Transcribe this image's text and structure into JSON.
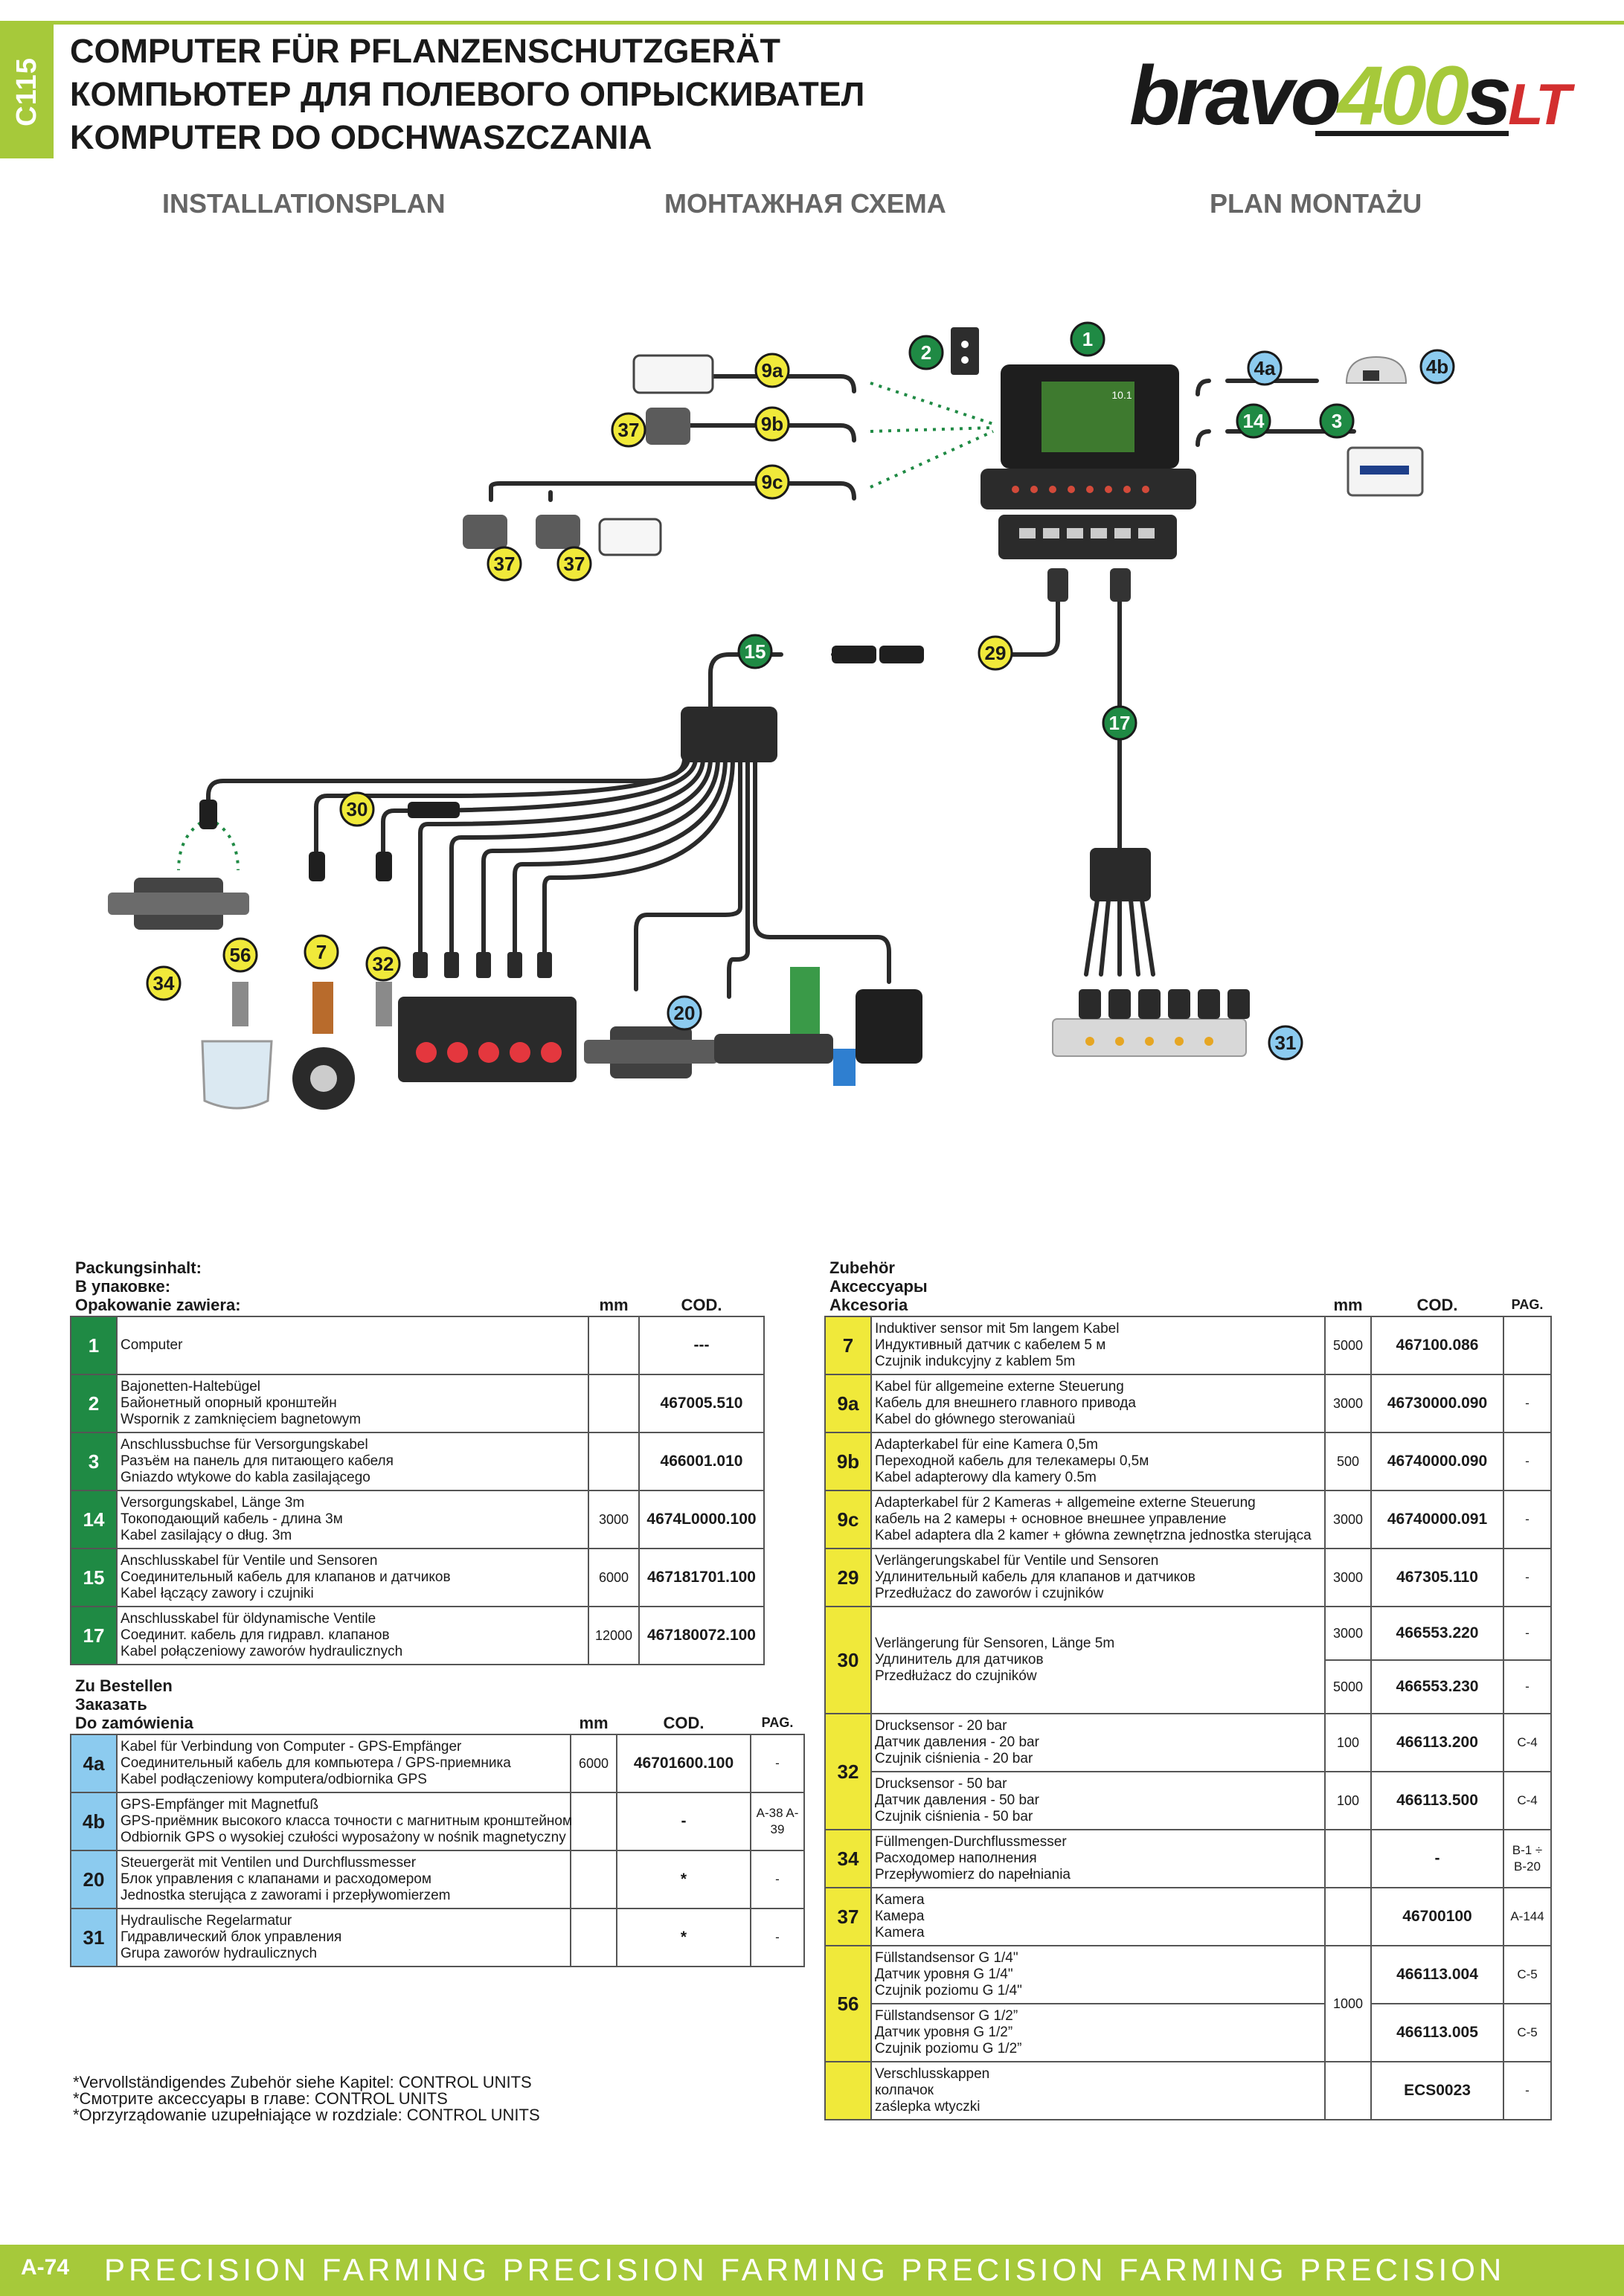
{
  "chapter": "C115",
  "titles": [
    "COMPUTER FÜR PFLANZENSCHUTZGERÄT",
    "КОМПЬЮТЕР ДЛЯ ПОЛЕВОГО ОПРЫСКИВАТЕЛ",
    "KOMPUTER DO ODCHWASZCZANIA"
  ],
  "logo": {
    "part1": "bravo",
    "part2": "400",
    "part3": "s",
    "part4": "LT"
  },
  "subheads": [
    "INSTALLATIONSPLAN",
    "МОНТАЖНАЯ СХЕМА",
    "PLAN MONTAŻU"
  ],
  "diagram": {
    "screen_value": "10.1",
    "callouts": [
      {
        "label": "1",
        "color": "green"
      },
      {
        "label": "2",
        "color": "green"
      },
      {
        "label": "3",
        "color": "green"
      },
      {
        "label": "4a",
        "color": "blue"
      },
      {
        "label": "4b",
        "color": "blue"
      },
      {
        "label": "9a",
        "color": "yellow"
      },
      {
        "label": "9b",
        "color": "yellow"
      },
      {
        "label": "9c",
        "color": "yellow"
      },
      {
        "label": "14",
        "color": "green"
      },
      {
        "label": "15",
        "color": "green"
      },
      {
        "label": "17",
        "color": "green"
      },
      {
        "label": "29",
        "color": "yellow"
      },
      {
        "label": "30",
        "color": "yellow"
      },
      {
        "label": "7",
        "color": "yellow"
      },
      {
        "label": "32",
        "color": "yellow"
      },
      {
        "label": "56",
        "color": "yellow"
      },
      {
        "label": "34",
        "color": "yellow"
      },
      {
        "label": "20",
        "color": "blue"
      },
      {
        "label": "31",
        "color": "blue"
      },
      {
        "label": "37",
        "color": "yellow"
      },
      {
        "label": "37",
        "color": "yellow"
      },
      {
        "label": "37",
        "color": "yellow"
      }
    ]
  },
  "package_table": {
    "header": [
      "Packungsinhalt:",
      "В упаковке:",
      "Opakowanie zawiera:"
    ],
    "col_mm": "mm",
    "col_cod": "COD.",
    "rows": [
      {
        "num": "1",
        "lines": [
          "Computer"
        ],
        "mm": "",
        "cod": "---"
      },
      {
        "num": "2",
        "lines": [
          "Bajonetten-Haltebügel",
          "Байонетный опорный кронштейн",
          "Wspornik z zamknięciem bagnetowym"
        ],
        "mm": "",
        "cod": "467005.510"
      },
      {
        "num": "3",
        "lines": [
          "Anschlussbuchse für Versorgungskabel",
          "Разъём на панель для питающего кабеля",
          "Gniazdo wtykowe do kabla zasilającego"
        ],
        "mm": "",
        "cod": "466001.010"
      },
      {
        "num": "14",
        "lines": [
          "Versorgungskabel, Länge 3m",
          "Токоподающий кабель - длина 3м",
          "Kabel zasilający o dług. 3m"
        ],
        "mm": "3000",
        "cod": "4674L0000.100"
      },
      {
        "num": "15",
        "lines": [
          "Anschlusskabel für Ventile und Sensoren",
          "Соединительный кабель для клапанов и датчиков",
          "Kabel łączący zawory i czujniki"
        ],
        "mm": "6000",
        "cod": "467181701.100"
      },
      {
        "num": "17",
        "lines": [
          "Anschlusskabel für öldynamische Ventile",
          "Соединит. кабель для гидравл. клапанов",
          "Kabel połączeniowy zaworów hydraulicznych"
        ],
        "mm": "12000",
        "cod": "467180072.100"
      }
    ]
  },
  "order_table": {
    "header": [
      "Zu Bestellen",
      "Заказать",
      "Do zamówienia"
    ],
    "col_mm": "mm",
    "col_cod": "COD.",
    "col_pag": "PAG.",
    "rows": [
      {
        "num": "4a",
        "lines": [
          "Kabel für Verbindung von Computer - GPS-Empfänger",
          "Соединительный кабель для компьютера / GPS-приемника",
          "Kabel podłączeniowy komputera/odbiornika GPS"
        ],
        "mm": "6000",
        "cod": "46701600.100",
        "pag": "-"
      },
      {
        "num": "4b",
        "lines": [
          "GPS-Empfänger mit Magnetfuß",
          "GPS-приёмник высокого класса точности с магнитным кронштейном",
          "Odbiornik GPS o wysokiej czułości wyposażony w nośnik magnetyczny"
        ],
        "mm": "",
        "cod": "-",
        "pag": "A-38 A-39"
      },
      {
        "num": "20",
        "lines": [
          "Steuergerät mit Ventilen und Durchflussmesser",
          "Блок управления с клапанами и расходомером",
          "Jednostka sterująca z zaworami i przepływomierzem"
        ],
        "mm": "",
        "cod": "*",
        "pag": "-"
      },
      {
        "num": "31",
        "lines": [
          "Hydraulische Regelarmatur",
          "Гидравлический блок управления",
          "Grupa zaworów hydraulicznych"
        ],
        "mm": "",
        "cod": "*",
        "pag": "-"
      }
    ]
  },
  "accessories_table": {
    "header": [
      "Zubehör",
      "Аксессуары",
      "Akcesoria"
    ],
    "col_mm": "mm",
    "col_cod": "COD.",
    "col_pag": "PAG.",
    "rows": [
      {
        "num": "7",
        "lines": [
          "Induktiver sensor mit 5m langem Kabel",
          "Индуктивный датчик с кабелем 5 м",
          "Czujnik indukcyjny z kablem 5m"
        ],
        "mm": "5000",
        "cod": "467100.086",
        "pag": ""
      },
      {
        "num": "9a",
        "lines": [
          "Kabel für allgemeine externe Steuerung",
          "Кабель для внешнего главного привода",
          "Kabel do głównego sterowaniaü"
        ],
        "mm": "3000",
        "cod": "46730000.090",
        "pag": "-"
      },
      {
        "num": "9b",
        "lines": [
          "Adapterkabel für eine Kamera 0,5m",
          "Переходной кабель для телекамеры 0,5м",
          "Kabel adapterowy dla kamery 0.5m"
        ],
        "mm": "500",
        "cod": "46740000.090",
        "pag": "-"
      },
      {
        "num": "9c",
        "lines": [
          "Adapterkabel für 2 Kameras + allgemeine externe Steuerung",
          "кабель на 2 камеры + основное внешнее управление",
          "Kabel adaptera dla 2 kamer + główna zewnętrzna jednostka sterująca"
        ],
        "mm": "3000",
        "cod": "46740000.091",
        "pag": "-"
      },
      {
        "num": "29",
        "lines": [
          "Verlängerungskabel für Ventile und Sensoren",
          "Удлинительный кабель для клапанов и датчиков",
          "Przedłużacz do zaworów i czujników"
        ],
        "mm": "3000",
        "cod": "467305.110",
        "pag": "-"
      },
      {
        "num": "30",
        "lines": [
          "Verlängerung für Sensoren, Länge 5m",
          "Удлинитель для датчиков",
          "Przedłużacz do czujników"
        ],
        "mm": "3000",
        "mm2": "5000",
        "cod": "466553.220",
        "cod2": "466553.230",
        "pag": "-",
        "pag2": "-"
      },
      {
        "num": "32",
        "lines": [
          "Drucksensor - 20 bar",
          "Датчик давления - 20 bar",
          "Czujnik ciśnienia - 20 bar"
        ],
        "mm": "100",
        "cod": "466113.200",
        "pag": "C-4",
        "lines2": [
          "Drucksensor - 50 bar",
          "Датчик давления - 50 bar",
          "Czujnik ciśnienia - 50 bar"
        ],
        "mm2": "100",
        "cod2": "466113.500",
        "pag2": "C-4"
      },
      {
        "num": "34",
        "lines": [
          "Füllmengen-Durchflussmesser",
          "Расходомер наполнения",
          "Przepływomierz do napełniania"
        ],
        "mm": "",
        "cod": "-",
        "pag": "B-1 ÷ B-20"
      },
      {
        "num": "37",
        "lines": [
          "Kamera",
          "Камера",
          "Kamera"
        ],
        "mm": "",
        "cod": "46700100",
        "pag": "A-144"
      },
      {
        "num": "56",
        "lines": [
          "Füllstandsensor G 1/4\"",
          "Датчик уровня G 1/4\"",
          "Czujnik poziomu G 1/4\""
        ],
        "mm": "1000",
        "cod": "466113.004",
        "pag": "C-5",
        "lines2": [
          "Füllstandsensor G 1/2”",
          "Датчик уровня G 1/2”",
          "Czujnik poziomu G 1/2”"
        ],
        "cod2": "466113.005",
        "pag2": "C-5"
      },
      {
        "num": "",
        "lines": [
          "Verschlusskappen",
          "колпачок",
          "zaślepka wtyczki"
        ],
        "mm": "",
        "cod": "ECS0023",
        "pag": "-"
      }
    ]
  },
  "notes": [
    "*Vervollständigendes Zubehör siehe Kapitel: CONTROL UNITS",
    "*Смотрите аксессуары в главе: CONTROL UNITS",
    "*Oprzyrządowanie uzupełniające w rozdziale: CONTROL UNITS"
  ],
  "footer": {
    "page": "A-74",
    "band": "PRECISION FARMING  PRECISION FARMING  PRECISION FARMING  PRECISION"
  },
  "colors": {
    "accent_green": "#a6c93a",
    "callout_green": "#1f8a44",
    "callout_blue": "#8ccbef",
    "callout_yellow": "#f0e93a"
  }
}
